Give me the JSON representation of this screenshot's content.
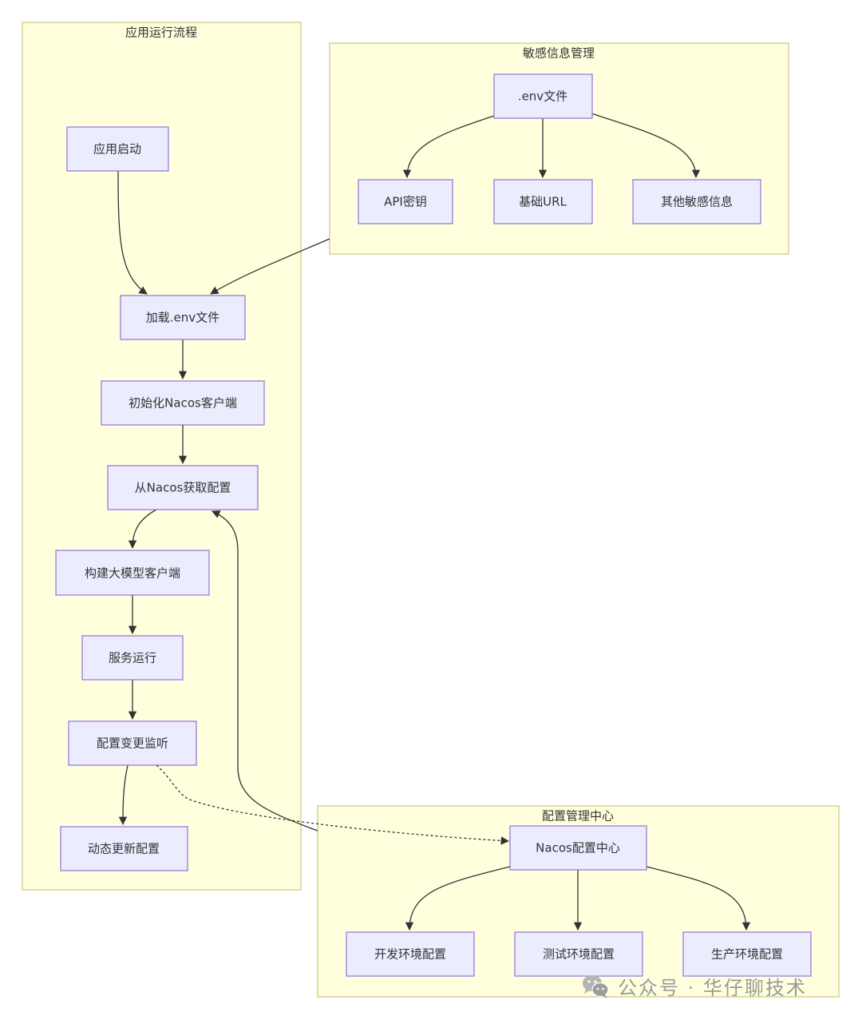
{
  "clusters": {
    "app_flow": "应用运行流程",
    "secrets": "敏感信息管理",
    "config_center": "配置管理中心"
  },
  "nodes": {
    "app_start": "应用启动",
    "load_env": "加载.env文件",
    "init_nacos": "初始化Nacos客户端",
    "fetch_config": "从Nacos获取配置",
    "build_llm": "构建大模型客户端",
    "service_run": "服务运行",
    "config_listen": "配置变更监听",
    "dynamic_update": "动态更新配置",
    "env_file": ".env文件",
    "api_key": "API密钥",
    "base_url": "基础URL",
    "other_secrets": "其他敏感信息",
    "nacos_center": "Nacos配置中心",
    "dev_config": "开发环境配置",
    "test_config": "测试环境配置",
    "prod_config": "生产环境配置"
  },
  "watermark": {
    "icon": "wechat-icon",
    "text": "公众号 · 华仔聊技术"
  },
  "colors": {
    "cluster_fill": "#ffffde",
    "cluster_stroke": "#c7c97a",
    "node_fill": "#ececff",
    "node_stroke": "#9370db",
    "edge": "#333333"
  }
}
